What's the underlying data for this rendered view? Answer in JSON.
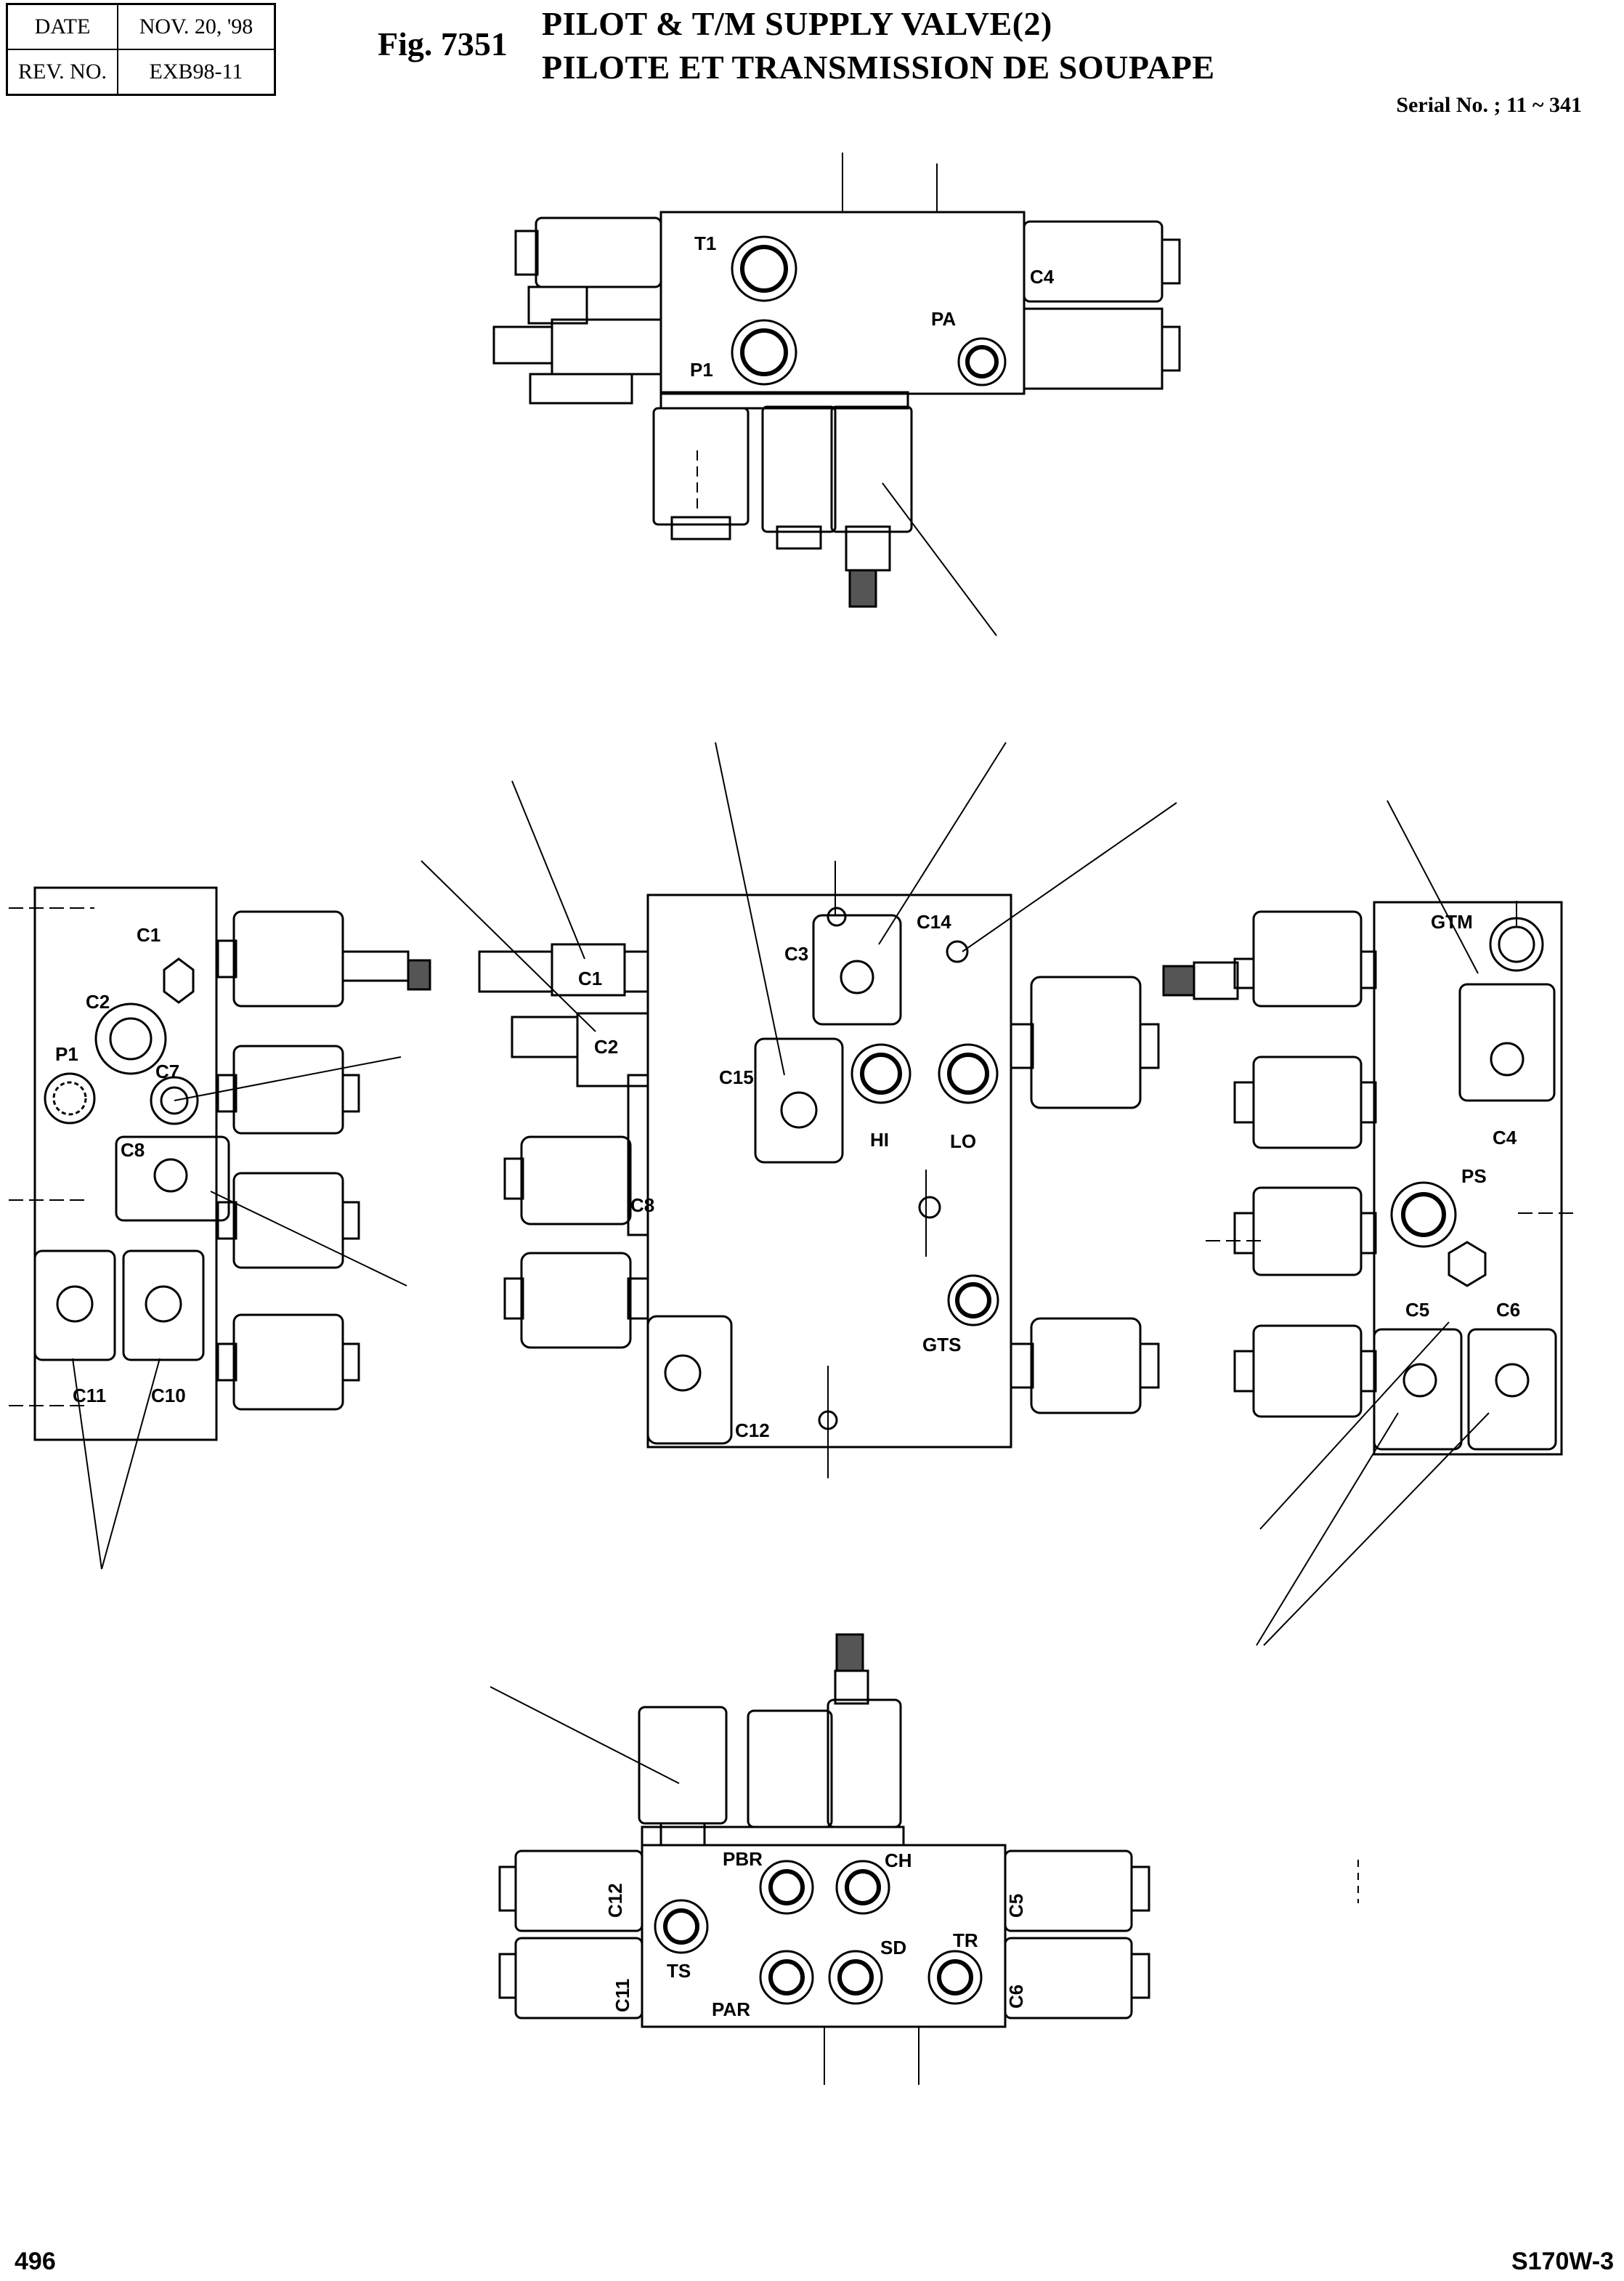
{
  "header": {
    "date_label": "DATE",
    "date_value": "NOV. 20, '98",
    "rev_label": "REV. NO.",
    "rev_value": "EXB98-11",
    "fig_no": "Fig. 7351",
    "title_en": "PILOT & T/M SUPPLY VALVE(2)",
    "title_fr": "PILOTE ET TRANSMISSION DE SOUPAPE",
    "serial": "Serial No. ; 11 ~ 341"
  },
  "footer": {
    "page": "496",
    "model": "S170W-3"
  },
  "top_view_labels": {
    "t1": "T1",
    "p1": "P1",
    "pa": "PA",
    "c4": "C4"
  },
  "left_view_labels": {
    "c1": "C1",
    "c2": "C2",
    "p1": "P1",
    "c7": "C7",
    "c8": "C8",
    "c11": "C11",
    "c10": "C10"
  },
  "center_view_labels": {
    "c1": "C1",
    "c2": "C2",
    "c3": "C3",
    "c14": "C14",
    "c15": "C15",
    "hi": "HI",
    "lo": "LO",
    "c8": "C8",
    "gts": "GTS",
    "c12": "C12"
  },
  "right_view_labels": {
    "gtm": "GTM",
    "c4": "C4",
    "ps": "PS",
    "c5": "C5",
    "c6": "C6"
  },
  "bottom_view_labels": {
    "pbr": "PBR",
    "ch": "CH",
    "ts": "TS",
    "sd": "SD",
    "tr": "TR",
    "par": "PAR",
    "c12": "C12",
    "c11": "C11",
    "c5": "C5",
    "c6": "C6"
  }
}
